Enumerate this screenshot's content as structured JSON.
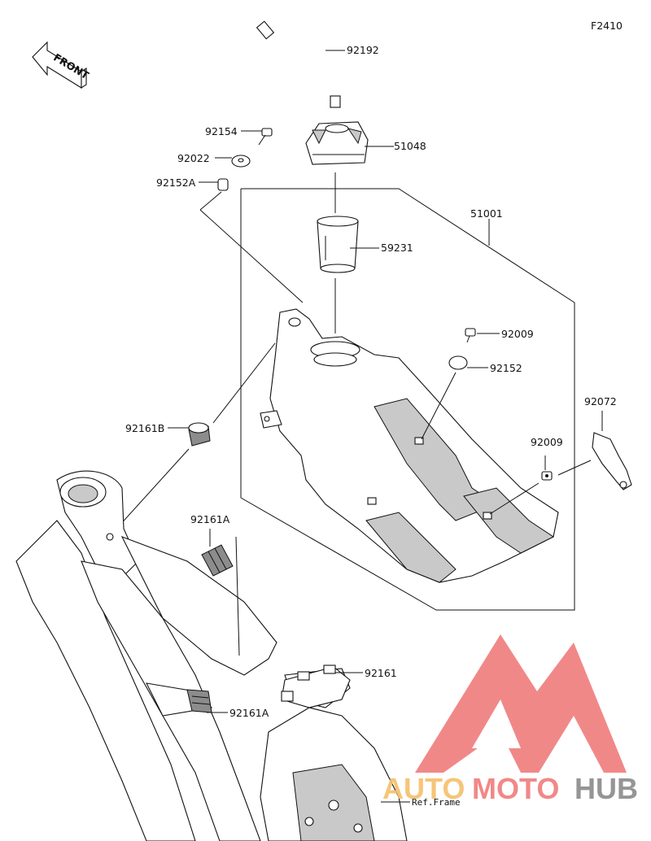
{
  "figure_code": "F2410",
  "front_marker": "FRONT",
  "ref_frame": "Ref.Frame",
  "parts": {
    "p92192": "92192",
    "p92154": "92154",
    "p51048": "51048",
    "p92022": "92022",
    "p92152A": "92152A",
    "p51001": "51001",
    "p59231": "59231",
    "p92009a": "92009",
    "p92152": "92152",
    "p92072": "92072",
    "p92161B": "92161B",
    "p92009b": "92009",
    "p92161A_top": "92161A",
    "p92161": "92161",
    "p92161A_bot": "92161A"
  },
  "watermark": {
    "part1": "AUTO",
    "part2": "MOTO",
    "part3": "HUB",
    "color_red": "#f07c7c",
    "color_orange": "#f6bf6a",
    "color_grey": "#8a8a8a"
  }
}
